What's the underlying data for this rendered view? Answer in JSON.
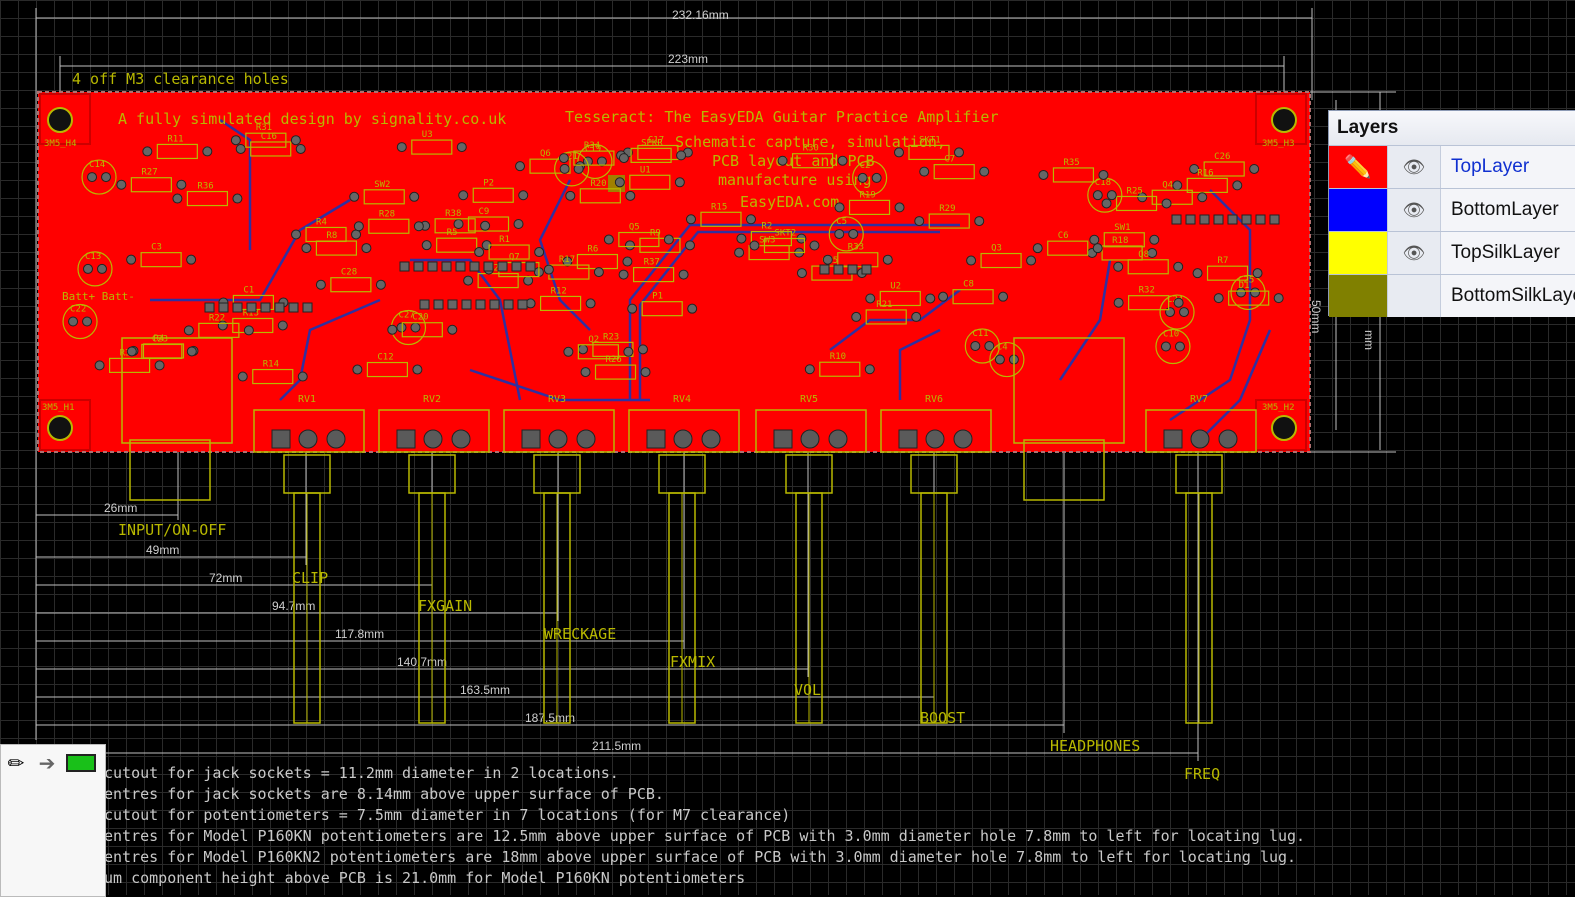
{
  "board": {
    "title_silk": "Tesseract: The EasyEDA Guitar Practice Amplifier",
    "subtitle_lines": [
      "Schematic capture, simulation,",
      "PCB layout and PCB",
      "manufacture using",
      "EasyEDA.com"
    ],
    "credit": "A fully simulated design by signality.co.uk",
    "hole_note": "4 off M3 clearance holes",
    "holes": [
      "3M5_H4",
      "3M5_H3",
      "3M5_H1",
      "3M5_H2"
    ],
    "components": [
      "R37",
      "R36",
      "R6",
      "R4",
      "R2",
      "C27",
      "C3",
      "C2",
      "U1",
      "R3",
      "C26",
      "R16",
      "R17",
      "R19",
      "R14",
      "R20",
      "R15",
      "R13",
      "C9",
      "Q4",
      "R18",
      "C28",
      "C8",
      "R8",
      "R11",
      "R12",
      "R10",
      "R5",
      "R9",
      "C6",
      "SW2",
      "C7",
      "C11",
      "C10",
      "C15",
      "R38",
      "R4",
      "R21",
      "C12",
      "RV5",
      "R24",
      "C19",
      "R23",
      "SW3",
      "R22",
      "R25",
      "C14",
      "U2",
      "C18",
      "C16",
      "C13",
      "R35",
      "C17",
      "SPKR",
      "P2",
      "C20",
      "R31",
      "R30",
      "Q6",
      "Q5",
      "C22",
      "R29",
      "C24",
      "R28",
      "C23",
      "R27",
      "U3",
      "SKT2",
      "Q7",
      "Q8",
      "C21",
      "R33",
      "R32",
      "R26",
      "SW1",
      "P1",
      "C4",
      "C25",
      "R34",
      "R7",
      "C5",
      "Q3",
      "Q2",
      "RV1",
      "RV2",
      "RV3",
      "RV4",
      "RV6",
      "RV7",
      "SKT1",
      "R1",
      "D1",
      "C1"
    ],
    "batt_label": "Batt+ Batt-"
  },
  "dimensions": {
    "overall": "232.16mm",
    "holes": "223mm",
    "jack1": "26mm",
    "input_label": "INPUT/ON-OFF",
    "right_vert1": "50mm",
    "right_vert2": "mm",
    "pots": [
      {
        "dist": "49mm",
        "label": "CLIP"
      },
      {
        "dist": "72mm",
        "label": "FXGAIN"
      },
      {
        "dist": "94.7mm",
        "label": "WRECKAGE"
      },
      {
        "dist": "117.8mm",
        "label": "FXMIX"
      },
      {
        "dist": "140.7mm",
        "label": "VOL"
      },
      {
        "dist": "163.5mm",
        "label": "BOOST"
      },
      {
        "dist": "187.5mm",
        "label": "HEADPHONES"
      },
      {
        "dist": "211.5mm",
        "label": "FREQ"
      }
    ]
  },
  "notes": [
    "cutout for jack sockets = 11.2mm diameter in 2 locations.",
    "entres for jack sockets are 8.14mm above upper surface of PCB.",
    "cutout for potentiometers = 7.5mm diameter in 7 locations (for M7 clearance)",
    "entres for Model P160KN potentiometers are 12.5mm above upper surface of PCB with 3.0mm diameter hole 7.8mm to left for locating lug.",
    "entres for Model P160KN2 potentiometers are 18mm above upper surface of PCB with 3.0mm diameter hole 7.8mm to left for locating lug.",
    "um component height above PCB is 21.0mm for Model P160KN potentiometers"
  ],
  "layers_panel": {
    "title": "Layers",
    "gear_icon": "gear-icon",
    "layers": [
      {
        "name": "TopLayer",
        "color": "#ff0000",
        "icon": "pencil-icon",
        "visible": true,
        "active": true
      },
      {
        "name": "BottomLayer",
        "color": "#0000ff",
        "icon": "",
        "visible": true,
        "active": false
      },
      {
        "name": "TopSilkLayer",
        "color": "#ffff00",
        "icon": "",
        "visible": true,
        "active": false
      },
      {
        "name": "BottomSilkLayer",
        "color": "#808000",
        "icon": "",
        "visible": false,
        "active": false
      }
    ]
  },
  "mini_toolbar": {
    "tools": [
      "pencil-icon",
      "arrow-right-icon",
      "green-rect-icon"
    ]
  },
  "colors": {
    "board": "#ff0000",
    "silk": "#b8b800",
    "traces": "#2a2aa0",
    "pad": "#6a6a6a"
  }
}
